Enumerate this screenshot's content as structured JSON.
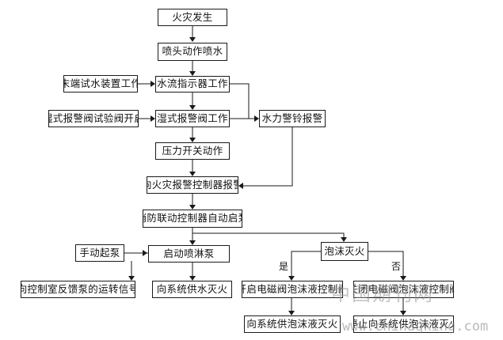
{
  "nodes": {
    "fire": "火灾发生",
    "sprinkler": "喷头动作喷水",
    "flow_indicator": "水流指示器工作",
    "end_test": "末端试水装置工作",
    "wet_alarm_valve": "湿式报警阀工作",
    "valve_test_open": "湿式报警阀试验阀开启",
    "water_bell": "水力警铃报警",
    "pressure_switch": "压力开关动作",
    "alarm_controller": "向火灾报警控制器报警",
    "linkage_controller": "消防联动控制器自动启泵",
    "manual_pump": "手动起泵",
    "start_pump": "启动喷淋泵",
    "foam": "泡沫灭火",
    "feedback_signal": "向控制室反馈泵的运转信号",
    "supply_water": "向系统供水灭火",
    "open_solenoid": "开启电磁阀泡沫液控制阀",
    "close_solenoid": "关闭电磁阀泡沫液控制阀",
    "supply_foam": "向系统供泡沫液灭火",
    "stop_foam": "停止向系统供泡沫液灭火"
  },
  "branch_labels": {
    "yes": "是",
    "no": "否"
  },
  "watermark": {
    "cn": "中国期刊网",
    "url": "www.chinaqking.com"
  }
}
